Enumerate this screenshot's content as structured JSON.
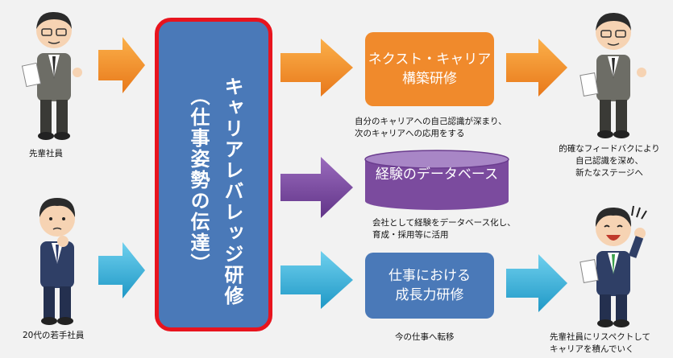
{
  "people": {
    "senior_label": "先輩社員",
    "junior_label": "20代の若手社員"
  },
  "center": {
    "line1": "キャリアレバレッジ研修",
    "line2": "（仕事姿勢の伝達）"
  },
  "outputs": {
    "next_career": {
      "line1": "ネクスト・キャリア",
      "line2": "構築研修"
    },
    "database": {
      "label": "経験のデータベース"
    },
    "growth": {
      "line1": "仕事における",
      "line2": "成長力研修"
    }
  },
  "notes": {
    "next_career": "自分のキャリアへの自己認識が深まり、\n次のキャリアへの応用をする",
    "database": "会社として経験をデータベース化し、\n育成・採用等に活用",
    "growth": "今の仕事へ転移",
    "result_senior": "的確なフィードバクにより\n自己認識を深め、\n新たなステージへ",
    "result_junior": "先輩社員にリスペクトして\nキャリアを積んでいく"
  },
  "colors": {
    "orange": "#f08a2c",
    "purple": "#7b4b9e",
    "cyan": "#3aaed8",
    "blue": "#4a79b8",
    "red_border": "#e8141e"
  }
}
